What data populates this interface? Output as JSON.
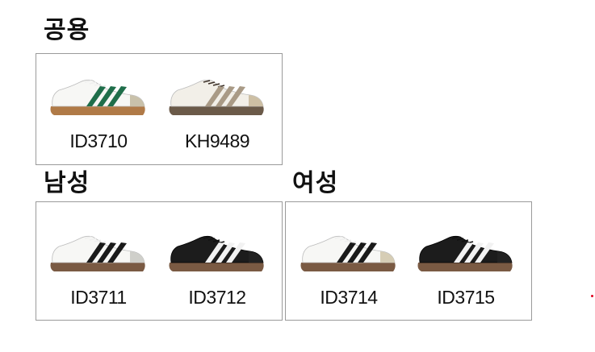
{
  "sections": {
    "unisex": {
      "title": "공용",
      "items": [
        {
          "code": "ID3710",
          "upper": "#f7f7f5",
          "stripe": "#1f6e4a",
          "heel": "#c9c1aa",
          "sole": "#b07a47",
          "lace": "#efefef"
        },
        {
          "code": "KH9489",
          "upper": "#f2efe8",
          "stripe": "#a99a86",
          "heel": "#cdbfa4",
          "sole": "#6b5a49",
          "lace": "#3a2e26"
        }
      ]
    },
    "men": {
      "title": "남성",
      "items": [
        {
          "code": "ID3711",
          "upper": "#f7f7f5",
          "stripe": "#1a1a1a",
          "heel": "#cfcfca",
          "sole": "#7a5a43",
          "lace": "#efefef"
        },
        {
          "code": "ID3712",
          "upper": "#1c1c1c",
          "stripe": "#f2f2f2",
          "heel": "#222222",
          "sole": "#7a5a43",
          "lace": "#111111"
        }
      ]
    },
    "women": {
      "title": "여성",
      "items": [
        {
          "code": "ID3714",
          "upper": "#f7f7f5",
          "stripe": "#1a1a1a",
          "heel": "#d6cdb5",
          "sole": "#7a5a43",
          "lace": "#efefef"
        },
        {
          "code": "ID3715",
          "upper": "#1c1c1c",
          "stripe": "#f2f2f2",
          "heel": "#222222",
          "sole": "#7a5a43",
          "lace": "#111111"
        }
      ]
    }
  }
}
